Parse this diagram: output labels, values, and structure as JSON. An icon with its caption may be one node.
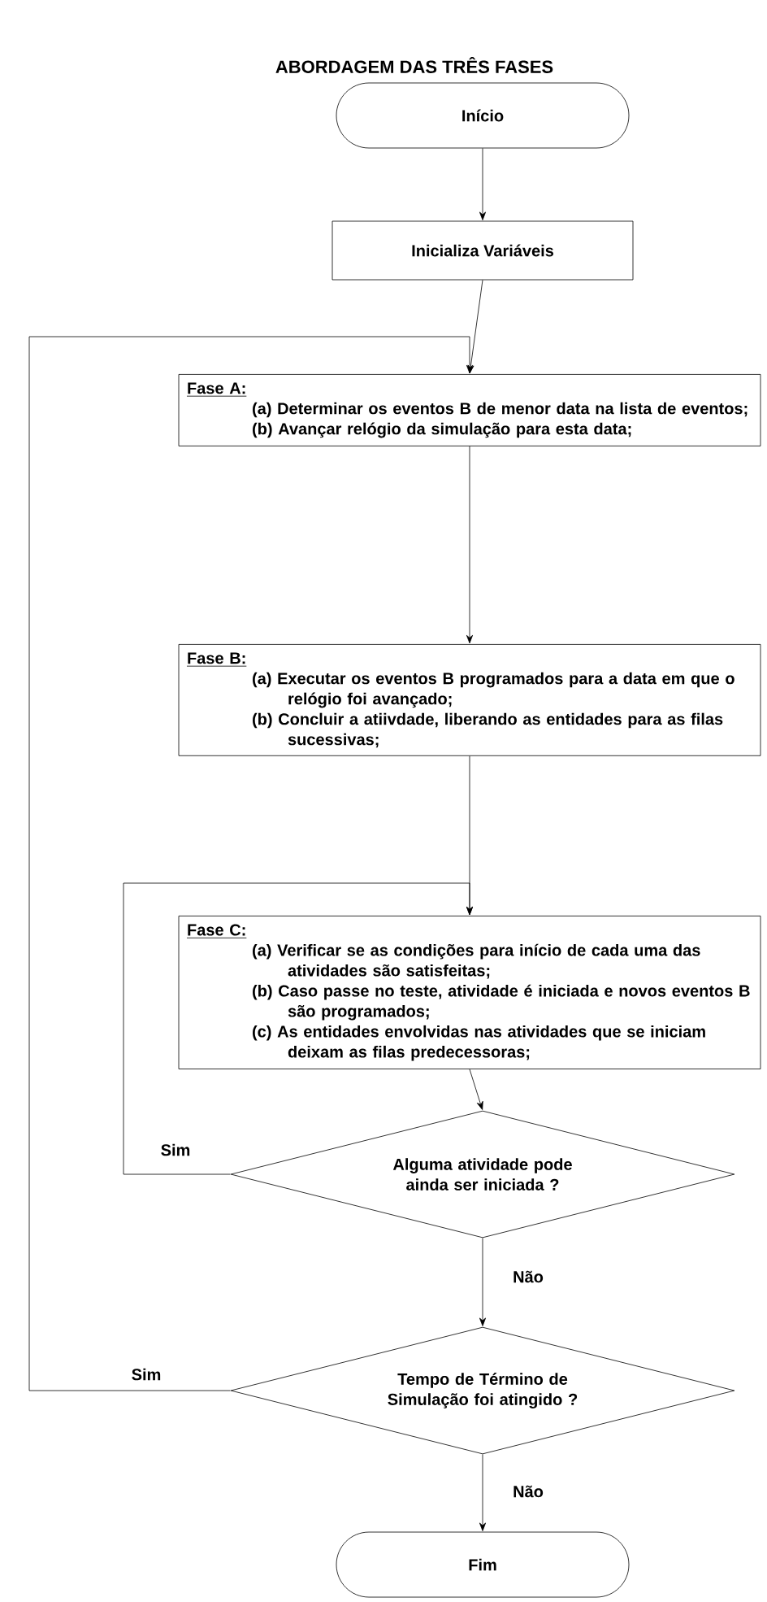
{
  "diagram": {
    "title": "ABORDAGEM DAS TRÊS FASES",
    "nodes": [
      {
        "text": [
          "Início"
        ]
      },
      {
        "text": [
          "Inicializa Variáveis"
        ]
      },
      {
        "text": [
          "Fase A:",
          "(a) Determinar os eventos B de menor data na lista de eventos;",
          "(b) Avançar relógio da simulação para esta data;"
        ]
      },
      {
        "text": [
          "Fase B:",
          "(a) Executar os eventos B programados para a data em que o relógio foi avançado;",
          "(b) Concluir a atiivdade, liberando as entidades para as filas sucessivas;"
        ]
      },
      {
        "text": [
          "Fase C:",
          "(a) Verificar se as condições para início de cada uma das atividades são satisfeitas;",
          "(b) Caso passe no teste, atividade é iniciada e novos eventos B são programados;",
          "(c) As entidades envolvidas nas atividades que se iniciam deixam as filas predecessoras;"
        ]
      },
      {
        "text": [
          "Alguma atividade pode ainda ser iniciada ?"
        ]
      },
      {
        "text": [
          "Tempo de Término de Simulação foi atingido ?"
        ]
      },
      {
        "text": [
          "Fim"
        ]
      }
    ],
    "edges": [
      {
        "from": 0,
        "to": 1,
        "arrow": "to"
      },
      {
        "from": 1,
        "to": 2,
        "arrow": "to"
      },
      {
        "from": 2,
        "to": 3,
        "arrow": "to"
      },
      {
        "from": 3,
        "to": 4,
        "arrow": "to"
      },
      {
        "from": 4,
        "to": 5,
        "arrow": "to"
      },
      {
        "from": 5,
        "to": 4,
        "arrow": "to",
        "label": "Sim"
      },
      {
        "from": 5,
        "to": 6,
        "arrow": "to",
        "label": "Não"
      },
      {
        "from": 6,
        "to": 2,
        "arrow": "to",
        "label": "Sim"
      },
      {
        "from": 6,
        "to": 7,
        "arrow": "to",
        "label": "Não"
      }
    ]
  }
}
